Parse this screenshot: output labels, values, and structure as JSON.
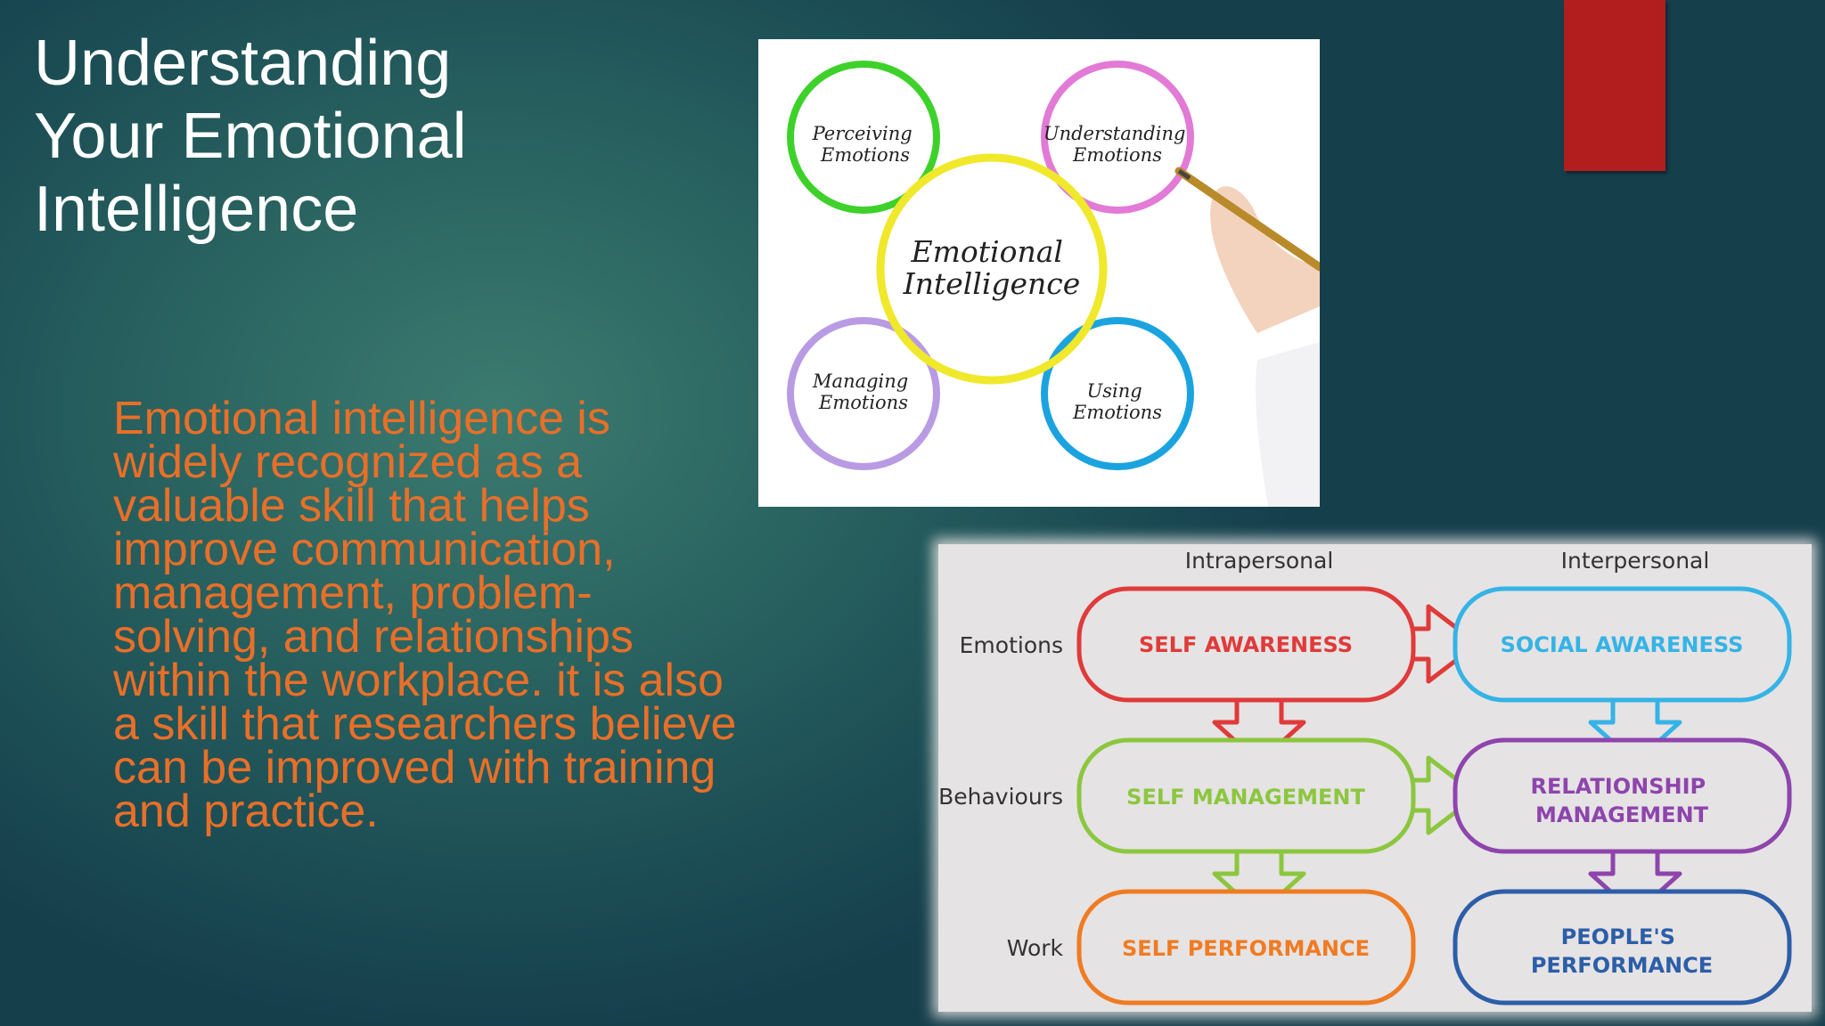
{
  "slide": {
    "title_lines": [
      "Understanding",
      "Your Emotional",
      "Intelligence"
    ],
    "body": "Emotional intelligence is widely recognized as a valuable skill that helps improve communication, management, problem-solving, and relationships within the workplace. it is also a skill that researchers believe can be improved with training and practice.",
    "accent_color": "#b21e1e",
    "body_color": "#e96f28"
  },
  "ei_image": {
    "center_label_lines": [
      "Emotional",
      "Intelligence"
    ],
    "circles": [
      {
        "lines": [
          "Perceiving",
          "Emotions"
        ],
        "color": "#3fd12b"
      },
      {
        "lines": [
          "Understanding",
          "Emotions"
        ],
        "color": "#e27ad6"
      },
      {
        "lines": [
          "Managing",
          "Emotions"
        ],
        "color": "#b89be3"
      },
      {
        "lines": [
          "Using",
          "Emotions"
        ],
        "color": "#1ba3e0"
      }
    ],
    "center_color": "#f0e82a"
  },
  "diagram": {
    "col_headers": [
      "Intrapersonal",
      "Interpersonal"
    ],
    "row_labels": [
      "Emotions",
      "Behaviours",
      "Work"
    ],
    "boxes": {
      "self_awareness": {
        "lines": [
          "SELF AWARENESS"
        ],
        "color": "#e03a3a"
      },
      "social_awareness": {
        "lines": [
          "SOCIAL AWARENESS"
        ],
        "color": "#35b3e6"
      },
      "self_management": {
        "lines": [
          "SELF MANAGEMENT"
        ],
        "color": "#8cc63f"
      },
      "relationship_management": {
        "lines": [
          "RELATIONSHIP",
          "MANAGEMENT"
        ],
        "color": "#8e44ad"
      },
      "self_performance": {
        "lines": [
          "SELF PERFORMANCE"
        ],
        "color": "#f07b22"
      },
      "peoples_performance": {
        "lines": [
          "PEOPLE'S",
          "PERFORMANCE"
        ],
        "color": "#2c5ea8"
      }
    }
  }
}
